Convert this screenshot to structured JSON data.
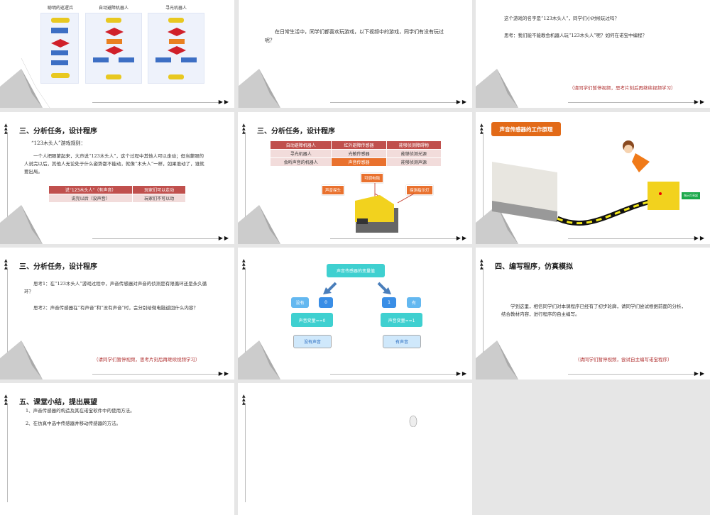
{
  "slides": [
    {
      "flowcharts": [
        "聪明的巡逻兵",
        "自动避障机器人",
        "寻光机器人"
      ]
    },
    {
      "body": "在日常生活中，同学们都喜欢玩游戏，以下视频中的游戏，同学们有没有玩过呢？"
    },
    {
      "line1": "这个游戏的名字是“123木头人”，同学们小时候玩过吗？",
      "line2": "思考：我们能不能教会机器人玩“123木头人”呢？如何在诺宝中编程？",
      "note": "（请同学们暂停视频，思考片刻后再继续视频学习）"
    },
    {
      "title": "三、分析任务，设计程序",
      "rule_title": "“123木头人”游戏规则：",
      "body": "一个人把眼蒙起来，大声说“123木头人”，这个过程中其他人可以走动；但当蒙眼的人说完以后，其他人无论处于什么姿势都不能动，就像“木头人”一样，如果谁动了，谁就要出局。",
      "table": [
        [
          "说“123木头人”（有声音）",
          "玩家们可以走动"
        ],
        [
          "说完以后（没声音）",
          "玩家们不可以动"
        ]
      ]
    },
    {
      "title": "三、分析任务，设计程序",
      "table": [
        [
          "自动避障机器人",
          "红外避障传感器",
          "能够侦测障碍物"
        ],
        [
          "寻光机器人",
          "光敏传感器",
          "能够侦测光源"
        ],
        [
          "会听声音的机器人",
          "声音传感器",
          "能够侦测声源"
        ]
      ],
      "labels": {
        "top": "可调电阻",
        "left": "声音探头",
        "right": "探测指示灯"
      }
    },
    {
      "title": "声音传感器的工作原理",
      "indicator": "指示灯亮起"
    },
    {
      "title": "三、分析任务，设计程序",
      "q1": "思考1：在“123木头人”游戏过程中，声音传感器对声音的侦测是有限循环还是永久循环？",
      "q2": "思考2：声音传感器在“有声音”和“没有声音”时，会分别给微电脑返回什么内容？",
      "note": "（请同学们暂停视频，思考片刻后再继续视频学习）"
    },
    {
      "root": "声音传感器的变量值",
      "left": {
        "word": "没有",
        "value": "0",
        "cond": "声音变量==0",
        "result": "没有声音"
      },
      "right": {
        "word": "有",
        "value": "1",
        "cond": "声音变量==1",
        "result": "有声音"
      }
    },
    {
      "title": "四、编写程序，仿真模拟",
      "body": "学到这里，相信同学们对本课程序已经有了初步轮廓，请同学们尝试根据前面的分析，结合教材内容，进行程序的自主编写。",
      "note": "（请同学们暂停视频，尝试自主编写诺宝程序）"
    },
    {
      "title": "五、课堂小结，提出展望",
      "items": [
        "1、声音传感器的构造及其在诺宝软件中的使用方法。",
        "2、在仿真中选中传感器并移动传感器的方法。"
      ]
    },
    {}
  ],
  "colors": {
    "accent_red": "#c0504d",
    "orange": "#e9712e",
    "teal": "#3fd0d0",
    "blue": "#3a8ee6",
    "background": "#e6e6e6"
  }
}
